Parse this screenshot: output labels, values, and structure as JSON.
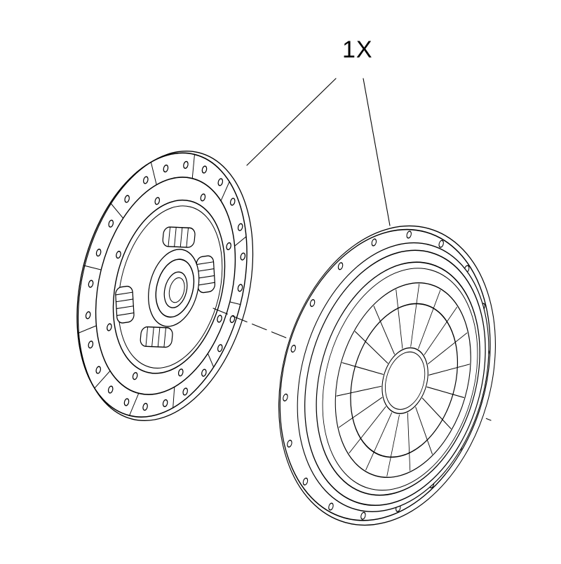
{
  "diagram": {
    "callout_label": "1X",
    "parts": [
      "clutch-disc",
      "pressure-plate"
    ]
  }
}
